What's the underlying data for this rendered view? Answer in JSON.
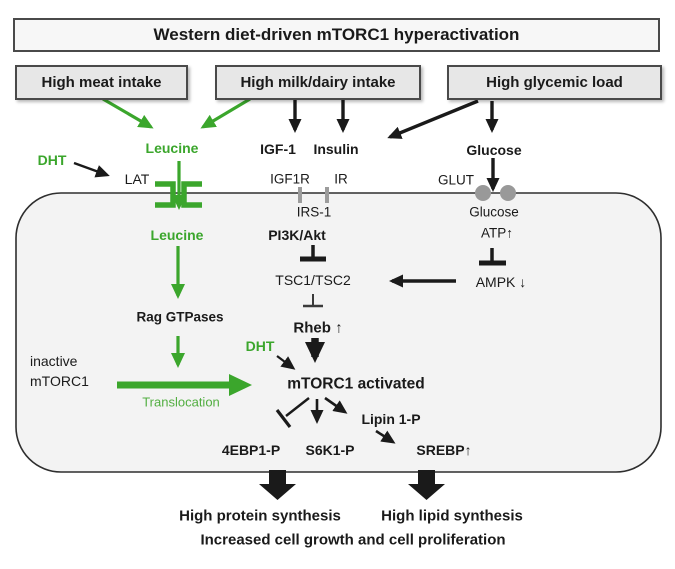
{
  "title": "Western diet-driven mTORC1 hyperactivation",
  "source_boxes": {
    "meat": "High meat intake",
    "milk": "High milk/dairy intake",
    "glycemic": "High glycemic load"
  },
  "labels": {
    "dht_extracellular": "DHT",
    "lat": "LAT",
    "leucine_extracellular": "Leucine",
    "igf1": "IGF-1",
    "insulin": "Insulin",
    "igf1r": "IGF1R",
    "ir": "IR",
    "irs1": "IRS-1",
    "pi3k_akt": "PI3K/Akt",
    "glucose_extracellular": "Glucose",
    "glut": "GLUT",
    "glucose_intracellular": "Glucose",
    "atp": "ATP↑",
    "ampk": "AMPK ↓",
    "tsc": "TSC1/TSC2",
    "rheb": "Rheb ↑",
    "dht_intracellular": "DHT",
    "rag_gtpases": "Rag GTPases",
    "inactive_mtorc1_line1": "inactive",
    "inactive_mtorc1_line2": "mTORC1",
    "translocation": "Translocation",
    "leucine_intracellular": "Leucine",
    "mtorc1_activated": "mTORC1 activated",
    "ebp1": "4EBP1-P",
    "s6k1": "S6K1-P",
    "lipin": "Lipin 1-P",
    "srebp": "SREBP↑"
  },
  "outcomes": {
    "protein": "High protein synthesis",
    "lipid": "High lipid synthesis",
    "growth": "Increased cell growth and cell proliferation"
  },
  "colors": {
    "green": "#3ba62c",
    "black": "#1a1a1a",
    "membrane_fill": "#f3f3f3",
    "box_fill": "#e7e7e7",
    "receptor_gray": "#9c9c9c"
  }
}
